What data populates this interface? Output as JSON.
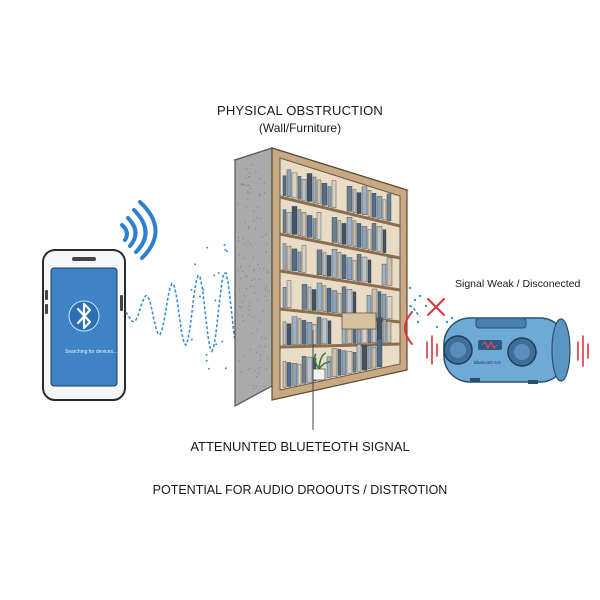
{
  "labels": {
    "obstruction_title": "PHYSICAL OBSTRUCTION",
    "obstruction_subtitle": "(Wall/Furniture)",
    "signal_status": "Signal Weak / Disconected",
    "attenuated": "ATTENUNTED BLUETEOTH SIGNAL",
    "potential": "POTENTIAL FOR AUDIO DROOUTS / DISTROTION"
  },
  "phone": {
    "screen_text": "Searching for devices...",
    "icon": "bluetooth-icon"
  },
  "speaker": {
    "brand_text": "Bluetooth 5.0"
  },
  "colors": {
    "signal_blue": "#3d8fd8",
    "error_red": "#d9363e",
    "speaker_blue": "#6fa9d6"
  }
}
